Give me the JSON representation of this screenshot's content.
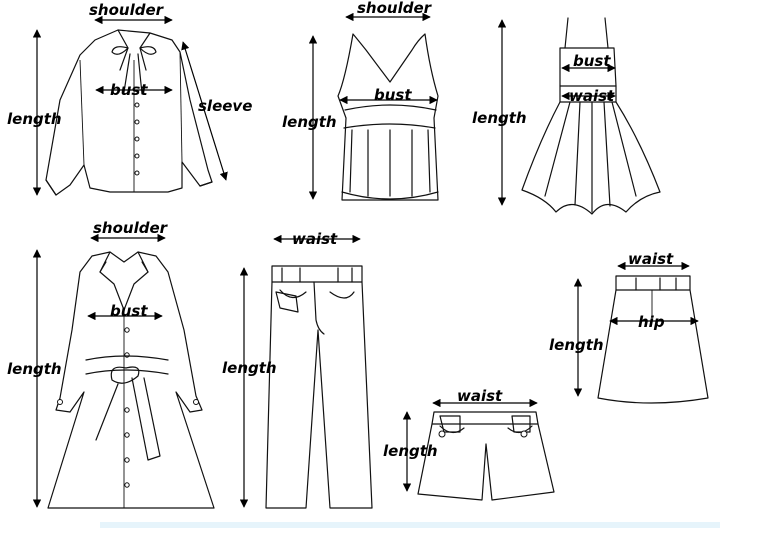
{
  "colors": {
    "line": "#111111",
    "background": "#ffffff",
    "footer_band": "#e6f4fb"
  },
  "garments": {
    "blouse": {
      "shoulder": "shoulder",
      "bust": "bust",
      "sleeve": "sleeve",
      "length": "length"
    },
    "vest_top": {
      "shoulder": "shoulder",
      "bust": "bust",
      "length": "length"
    },
    "dress": {
      "bust": "bust",
      "waist": "waist",
      "length": "length"
    },
    "coat": {
      "shoulder": "shoulder",
      "bust": "bust",
      "length": "length"
    },
    "trousers": {
      "waist": "waist",
      "length": "length"
    },
    "skirt": {
      "waist": "waist",
      "hip": "hip",
      "length": "length"
    },
    "shorts": {
      "waist": "waist",
      "length": "length"
    }
  }
}
